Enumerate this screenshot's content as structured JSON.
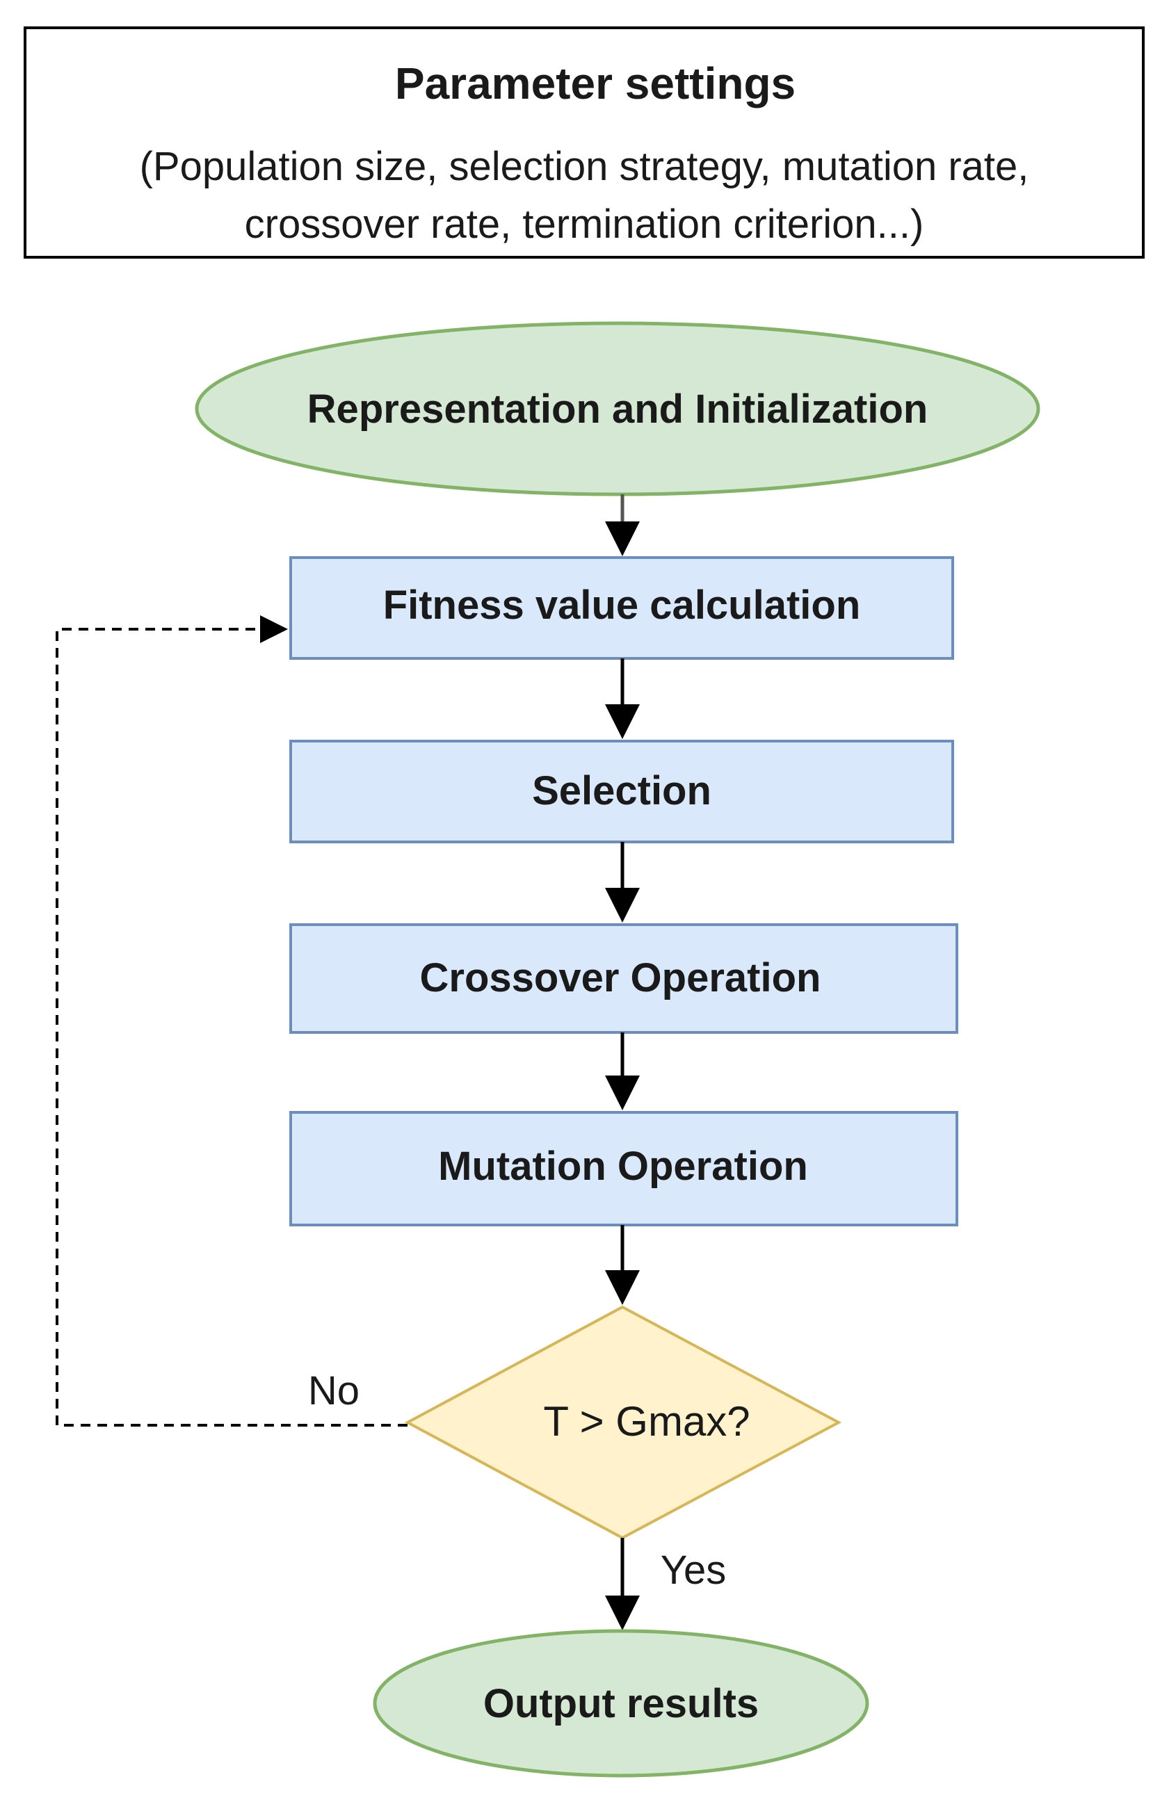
{
  "params_box": {
    "title": "Parameter settings",
    "line1": "(Population size, selection strategy, mutation rate,",
    "line2": "crossover rate, termination criterion...)"
  },
  "nodes": {
    "start": "Representation and Initialization",
    "fitness": "Fitness value calculation",
    "selection": "Selection",
    "crossover": "Crossover Operation",
    "mutation": "Mutation Operation",
    "decision": "T > Gmax?",
    "end": "Output results"
  },
  "edge_labels": {
    "no": "No",
    "yes": "Yes"
  },
  "colors": {
    "terminal_fill": "#d5e8d4",
    "terminal_stroke": "#82b366",
    "process_fill": "#dae8fc",
    "process_stroke": "#6c8ebf",
    "decision_fill": "#fff2cc",
    "decision_stroke": "#d6b656"
  }
}
